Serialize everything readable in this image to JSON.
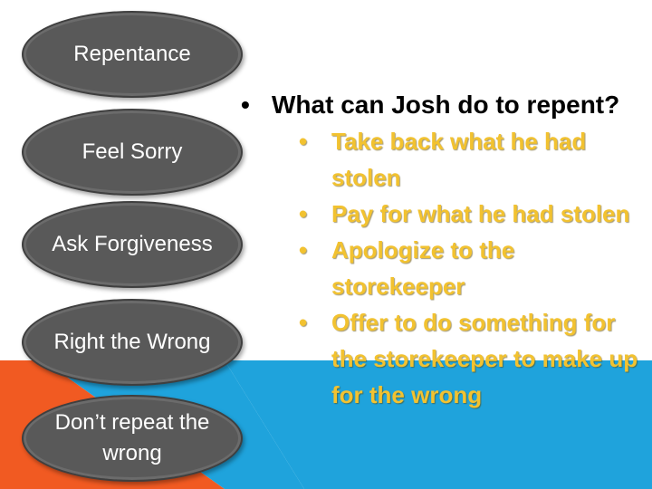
{
  "steps": [
    {
      "label": "Repentance"
    },
    {
      "label": "Feel Sorry"
    },
    {
      "label": "Ask Forgiveness"
    },
    {
      "label": "Right the Wrong"
    },
    {
      "label": "Don’t repeat the wrong"
    }
  ],
  "question": "What can Josh do to repent?",
  "answers": [
    "Take back what he had stolen",
    "Pay for what he had stolen",
    "Apologize to the storekeeper",
    "Offer to do something for the storekeeper to make up for the wrong"
  ],
  "bullet": "•",
  "colors": {
    "oval_fill": "#595959",
    "answer_text": "#f2c230",
    "accent_orange": "#f15a22",
    "accent_blue": "#1fa3dc"
  }
}
